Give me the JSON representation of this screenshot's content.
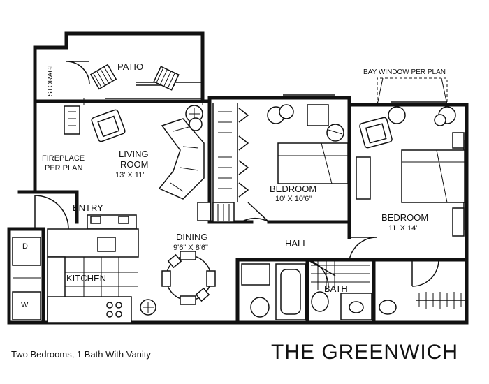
{
  "plan_name": "THE GREENWICH",
  "caption": "Two Bedrooms, 1 Bath With Vanity",
  "rooms": {
    "patio": "PATIO",
    "storage": "STORAGE",
    "bay_window": "BAY WINDOW PER PLAN",
    "fireplace_line1": "FIREPLACE",
    "fireplace_line2": "PER PLAN",
    "living_line1": "LIVING",
    "living_line2": "ROOM",
    "living_dims": "13' X 11'",
    "entry": "ENTRY",
    "bedroom2": "BEDROOM",
    "bedroom2_dims": "10' X 10'6\"",
    "bedroom1": "BEDROOM",
    "bedroom1_dims": "11' X 14'",
    "hall": "HALL",
    "dining": "DINING",
    "dining_dims": "9'6\" X 8'6\"",
    "kitchen": "KITCHEN",
    "bath": "BATH",
    "dryer": "D",
    "washer": "W"
  }
}
